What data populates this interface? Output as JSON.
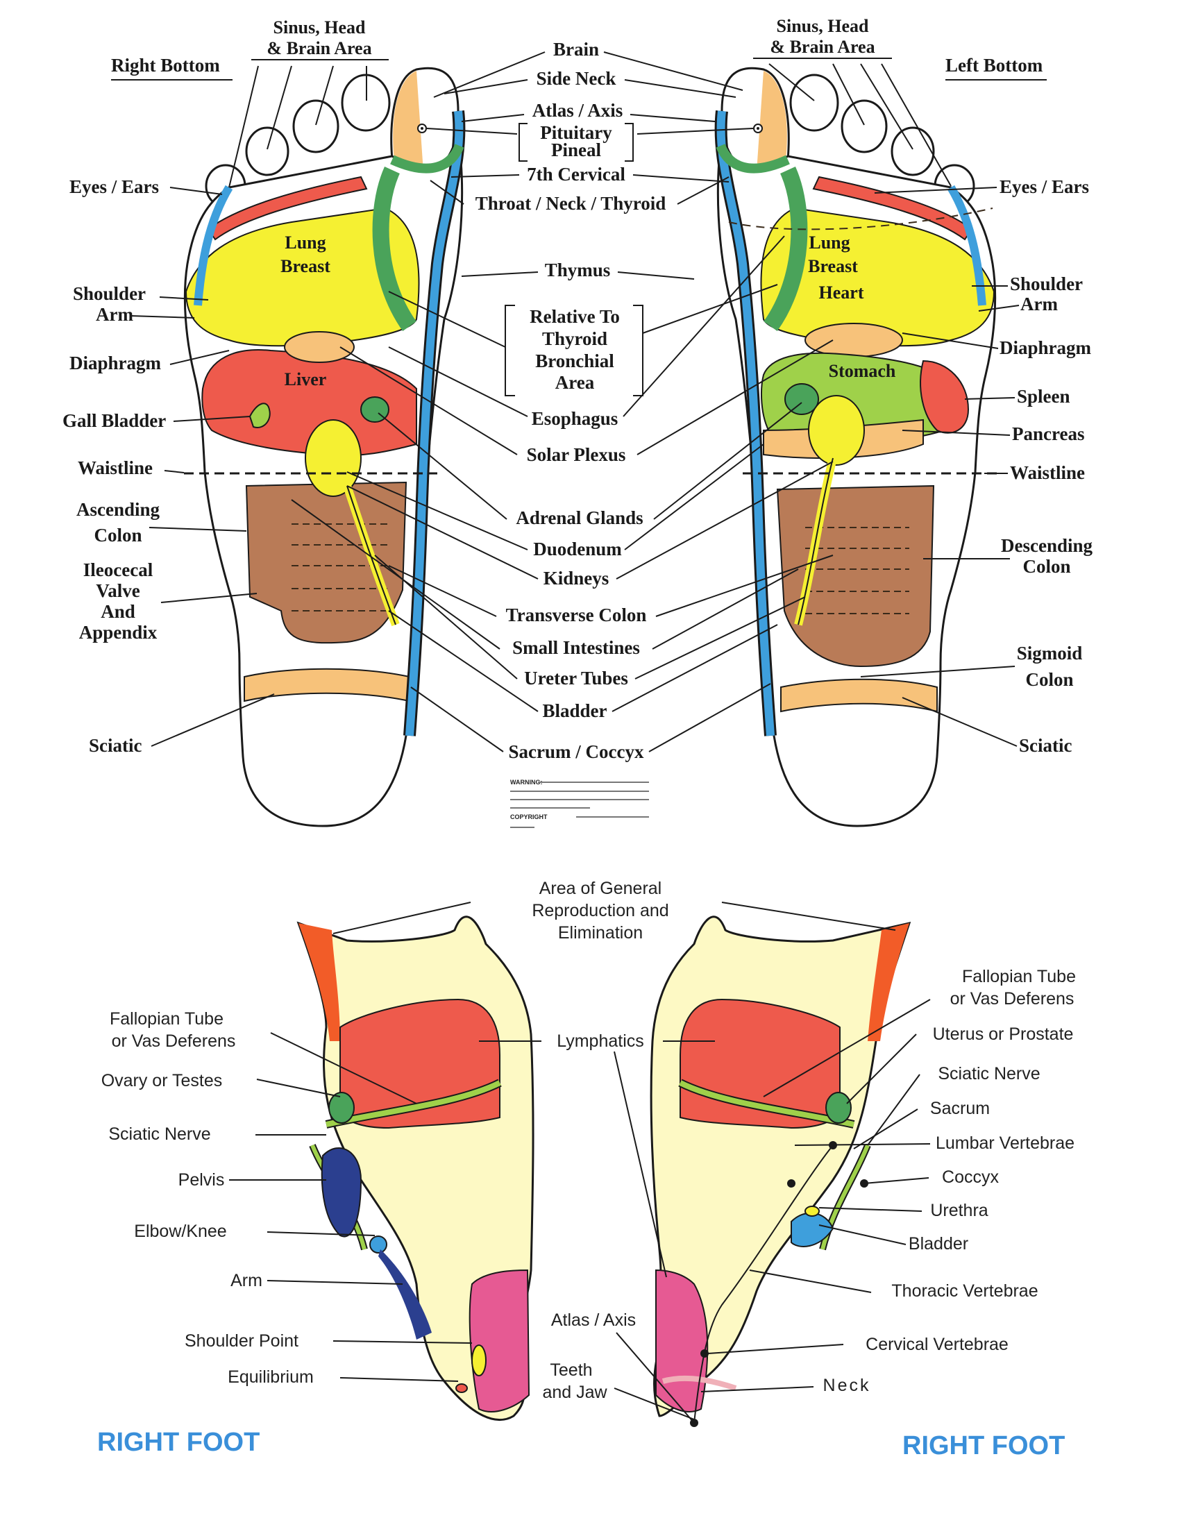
{
  "colors": {
    "lung": "#f5f032",
    "organ_red": "#ee5a4c",
    "spine_blue": "#3e9fdc",
    "green": "#4aa35a",
    "orange": "#f7c27a",
    "colon": "#b97b57",
    "stomach": "#9fd14a",
    "skin": "#fdf9c4",
    "pink": "#e65a93",
    "navy": "#2b3f8f",
    "title_blue": "#3a8fd9"
  },
  "headings": {
    "right_bottom": "Right Bottom",
    "left_bottom": "Left Bottom",
    "right_foot_1": "RIGHT FOOT",
    "right_foot_2": "RIGHT FOOT"
  },
  "sole_left_labels": {
    "sinus": [
      "Sinus, Head",
      "& Brain Area"
    ],
    "eyes_ears": "Eyes / Ears",
    "shoulder_arm": [
      "Shoulder",
      "Arm"
    ],
    "diaphragm": "Diaphragm",
    "gall_bladder": "Gall Bladder",
    "waistline": "Waistline",
    "ascending_colon": [
      "Ascending",
      "Colon"
    ],
    "ileocecal": [
      "Ileocecal",
      "Valve",
      "And",
      "Appendix"
    ],
    "sciatic": "Sciatic"
  },
  "sole_right_labels": {
    "sinus": [
      "Sinus, Head",
      "& Brain Area"
    ],
    "eyes_ears": "Eyes / Ears",
    "shoulder_arm": [
      "Shoulder",
      "Arm"
    ],
    "diaphragm": "Diaphragm",
    "spleen": "Spleen",
    "pancreas": "Pancreas",
    "waistline": "Waistline",
    "descending_colon": [
      "Descending",
      "Colon"
    ],
    "sigmoid_colon": [
      "Sigmoid",
      "Colon"
    ],
    "sciatic": "Sciatic"
  },
  "center_labels": {
    "brain": "Brain",
    "side_neck": "Side Neck",
    "atlas_axis": "Atlas / Axis",
    "pituitary_pineal": [
      "Pituitary",
      "Pineal"
    ],
    "seventh_cervical": "7th Cervical",
    "throat": "Throat / Neck / Thyroid",
    "thymus": "Thymus",
    "relative": [
      "Relative To",
      "Thyroid",
      "Bronchial",
      "Area"
    ],
    "esophagus": "Esophagus",
    "solar_plexus": "Solar Plexus",
    "adrenal": "Adrenal Glands",
    "duodenum": "Duodenum",
    "kidneys": "Kidneys",
    "transverse_colon": "Transverse Colon",
    "small_intestines": "Small Intestines",
    "ureter": "Ureter Tubes",
    "bladder": "Bladder",
    "sacrum": "Sacrum / Coccyx"
  },
  "organ_labels": {
    "lung_breast_left": [
      "Lung",
      "Breast"
    ],
    "liver": "Liver",
    "lung_breast_heart": [
      "Lung",
      "Breast",
      "Heart"
    ],
    "stomach": "Stomach"
  },
  "warning_heading": "WARNING:",
  "copyright_heading": "COPYRIGHT",
  "side_labels": {
    "general_area": [
      "Area of General",
      "Reproduction and",
      "Elimination"
    ],
    "lymphatics": "Lymphatics",
    "fallopian_left": [
      "Fallopian Tube",
      "or Vas Deferens"
    ],
    "ovary": "Ovary or Testes",
    "sciatic_nerve_left": "Sciatic Nerve",
    "pelvis": "Pelvis",
    "elbow_knee": "Elbow/Knee",
    "arm": "Arm",
    "shoulder_point": "Shoulder Point",
    "equilibrium": "Equilibrium",
    "atlas_axis": "Atlas / Axis",
    "teeth_jaw": [
      "Teeth",
      "and Jaw"
    ],
    "fallopian_right": [
      "Fallopian Tube",
      "or Vas Deferens"
    ],
    "uterus": "Uterus or Prostate",
    "sciatic_nerve_right": "Sciatic Nerve",
    "sacrum": "Sacrum",
    "lumbar": "Lumbar Vertebrae",
    "coccyx": "Coccyx",
    "urethra": "Urethra",
    "bladder": "Bladder",
    "thoracic": "Thoracic Vertebrae",
    "cervical": "Cervical Vertebrae",
    "neck": "Neck"
  }
}
